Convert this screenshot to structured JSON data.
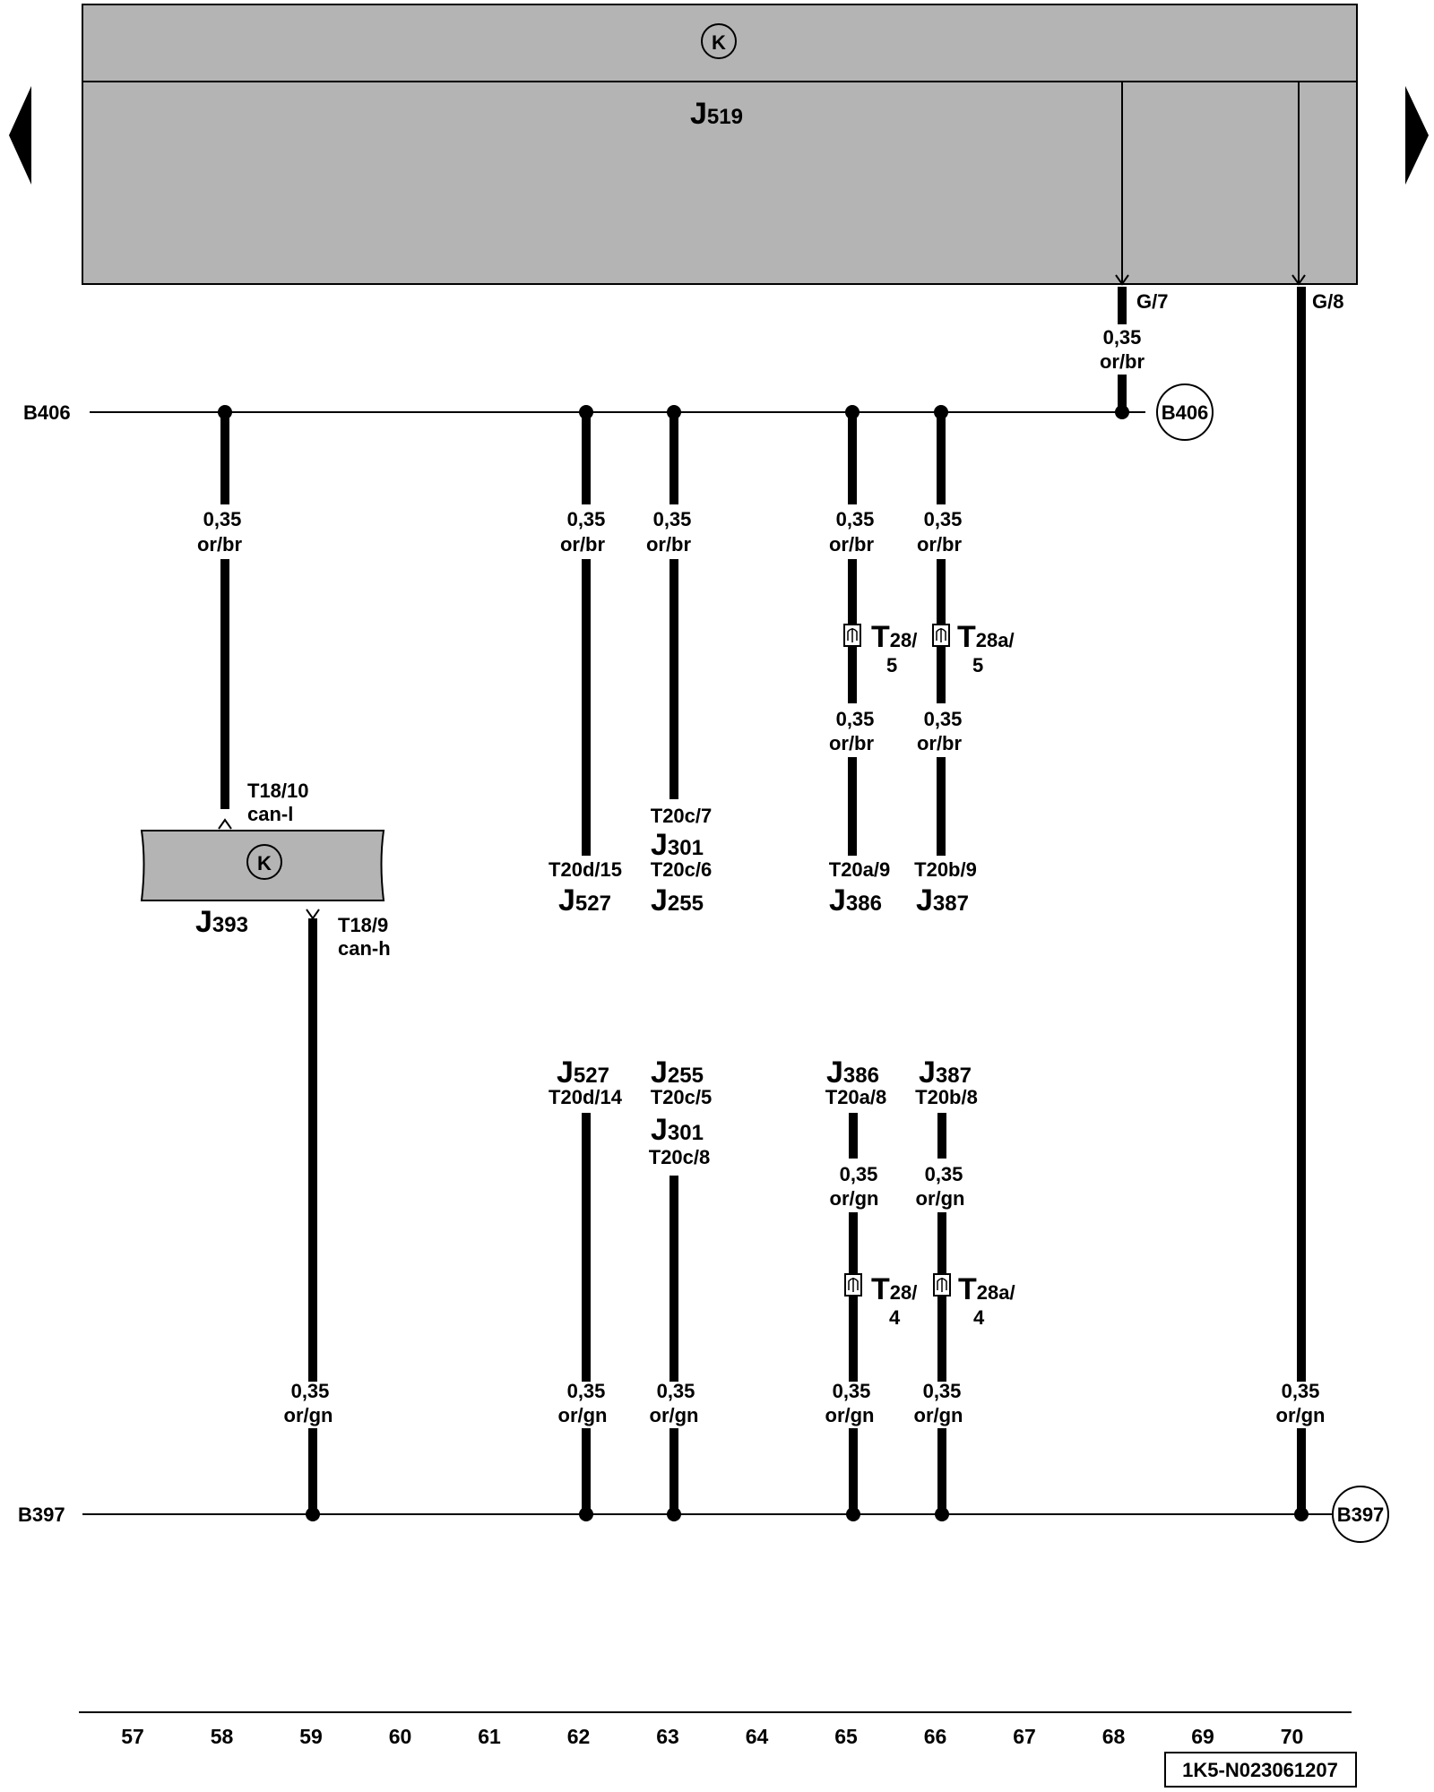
{
  "modules": {
    "gateway_bus_symbol": "K",
    "j519": {
      "letter": "J",
      "sub": "519"
    },
    "j393": {
      "letter": "J",
      "sub": "393"
    }
  },
  "buses": {
    "b406_left": "B406",
    "b406_circle": "B406",
    "b397_left": "B397",
    "b397_circle": "B397"
  },
  "j519_pins": {
    "g7": "G/7",
    "g8": "G/8"
  },
  "wire_or_br": {
    "gauge": "0,35",
    "color": "or/br"
  },
  "wire_or_gn": {
    "gauge": "0,35",
    "color": "or/gn"
  },
  "j393_pins": {
    "t18_10": "T18/10",
    "can_l": "can-l",
    "t18_9": "T18/9",
    "can_h": "can-h"
  },
  "upper_terminals": {
    "c62": {
      "pin": "T20d/15",
      "comp": "J",
      "sub": "527"
    },
    "c63_top_pin": "T20c/7",
    "c63_top": {
      "comp": "J",
      "sub": "301"
    },
    "c63": {
      "pin": "T20c/6",
      "comp": "J",
      "sub": "255"
    },
    "c65": {
      "pin": "T20a/9",
      "comp": "J",
      "sub": "386"
    },
    "c66": {
      "pin": "T20b/9",
      "comp": "J",
      "sub": "387"
    }
  },
  "lower_terminals": {
    "c62": {
      "comp": "J",
      "sub": "527",
      "pin": "T20d/14"
    },
    "c63": {
      "comp": "J",
      "sub": "255",
      "pin": "T20c/5"
    },
    "c63_b": {
      "comp": "J",
      "sub": "301",
      "pin": "T20c/8"
    },
    "c65": {
      "comp": "J",
      "sub": "386",
      "pin": "T20a/8"
    },
    "c66": {
      "comp": "J",
      "sub": "387",
      "pin": "T20b/8"
    }
  },
  "connectors": {
    "t28_5": {
      "letter": "T",
      "a": "28/",
      "b": "5"
    },
    "t28a_5": {
      "letter": "T",
      "a": "28a/",
      "b": "5"
    },
    "t28_4": {
      "letter": "T",
      "a": "28/",
      "b": "4"
    },
    "t28a_4": {
      "letter": "T",
      "a": "28a/",
      "b": "4"
    }
  },
  "columns": [
    "57",
    "58",
    "59",
    "60",
    "61",
    "62",
    "63",
    "64",
    "65",
    "66",
    "67",
    "68",
    "69",
    "70"
  ],
  "doc_id": "1K5-N023061207",
  "colors": {
    "module_fill": "#b4b4b4",
    "line": "#000000",
    "background": "#ffffff"
  }
}
